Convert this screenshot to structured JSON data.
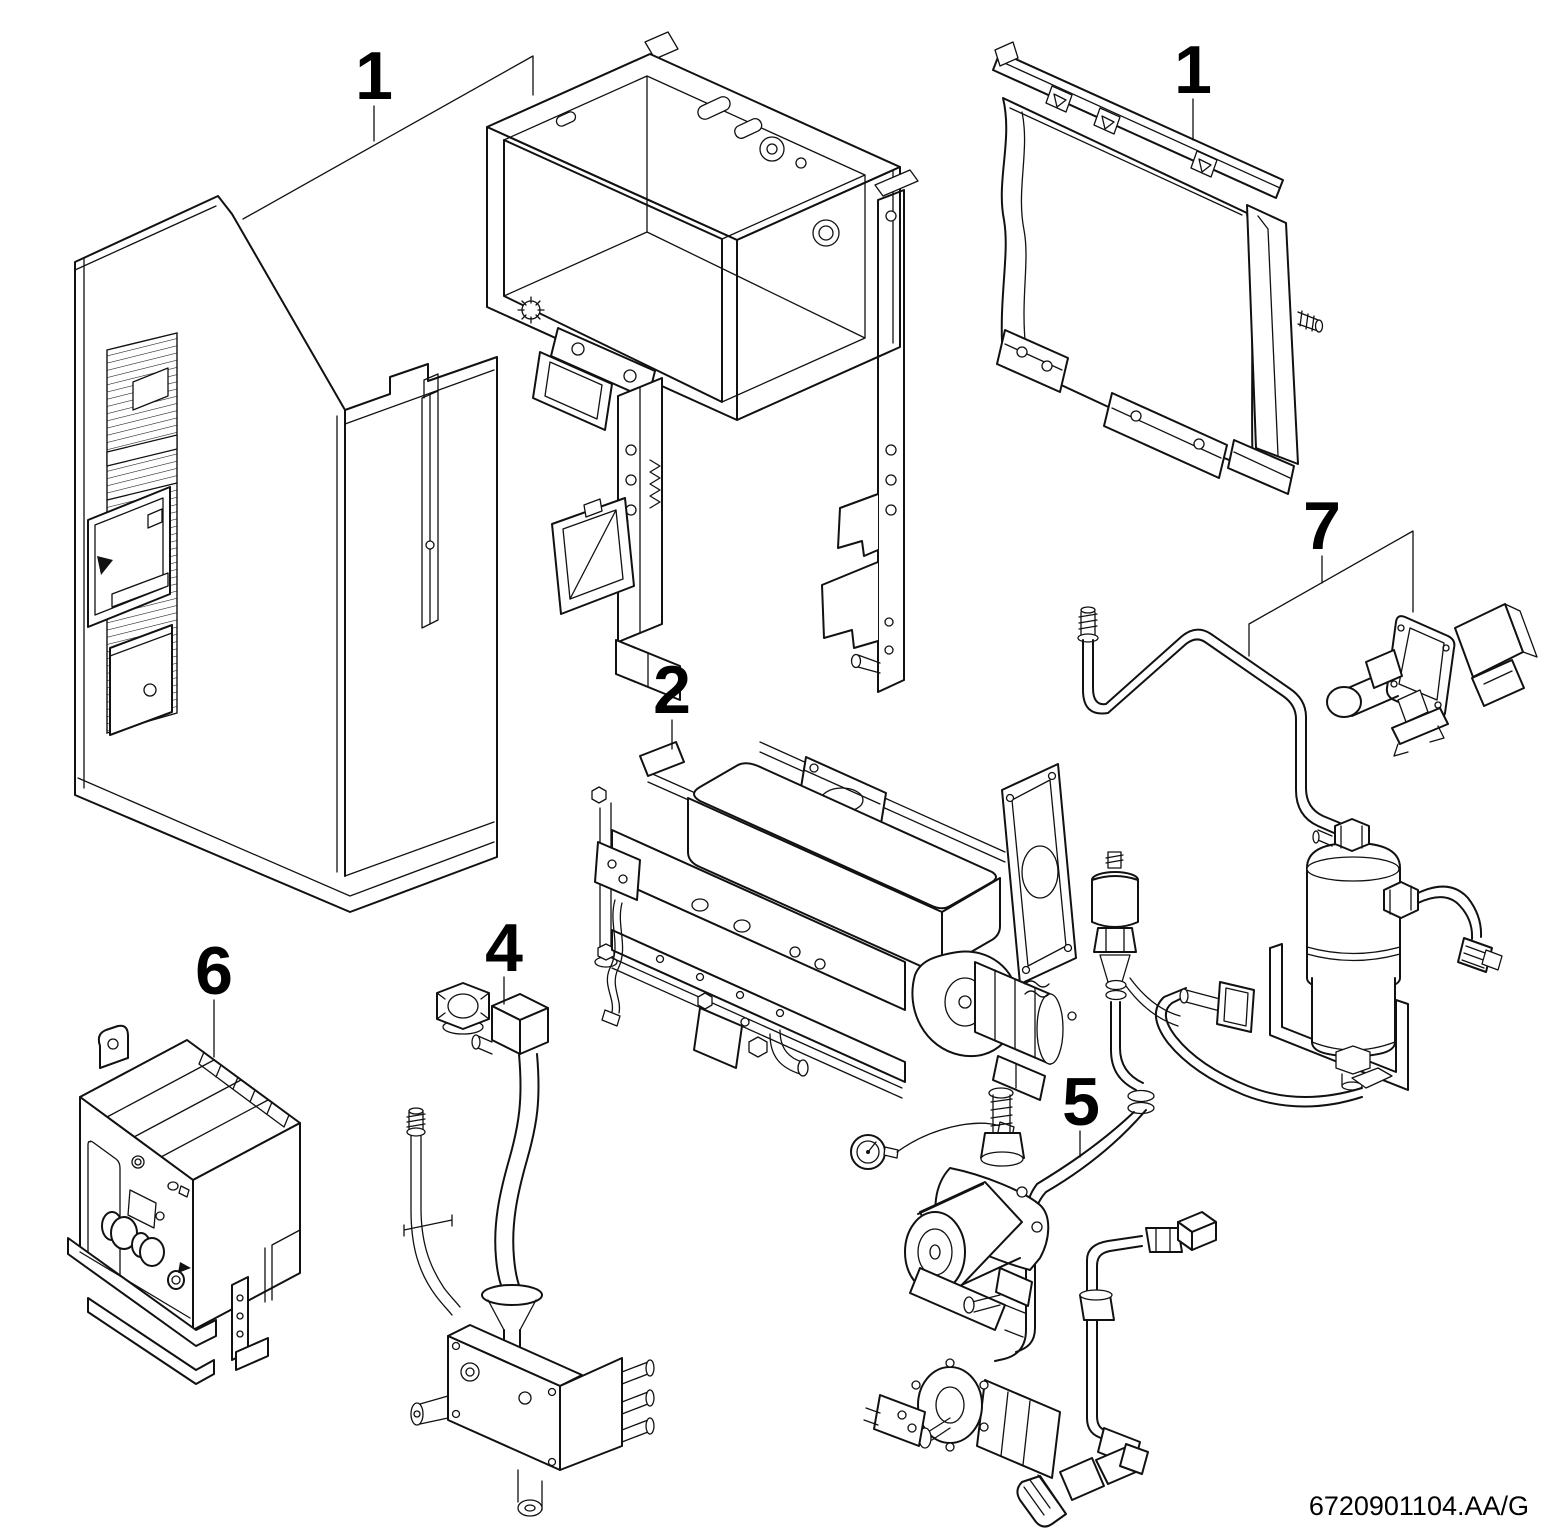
{
  "diagram": {
    "background_color": "#ffffff",
    "line_color": "#111111",
    "document_code": "6720901104.AA/G",
    "callouts": [
      {
        "part": "casing-and-combustion-chamber",
        "label": "1"
      },
      {
        "part": "front-insulation-panel",
        "label": "1"
      },
      {
        "part": "burner-assembly",
        "label": "2"
      },
      {
        "part": "gas-valve-with-supply-pipe",
        "label": "4"
      },
      {
        "part": "pump-and-hydraulic-group",
        "label": "5"
      },
      {
        "part": "control-unit",
        "label": "6"
      },
      {
        "part": "piping-with-solenoid-valve",
        "label": "7"
      }
    ]
  }
}
